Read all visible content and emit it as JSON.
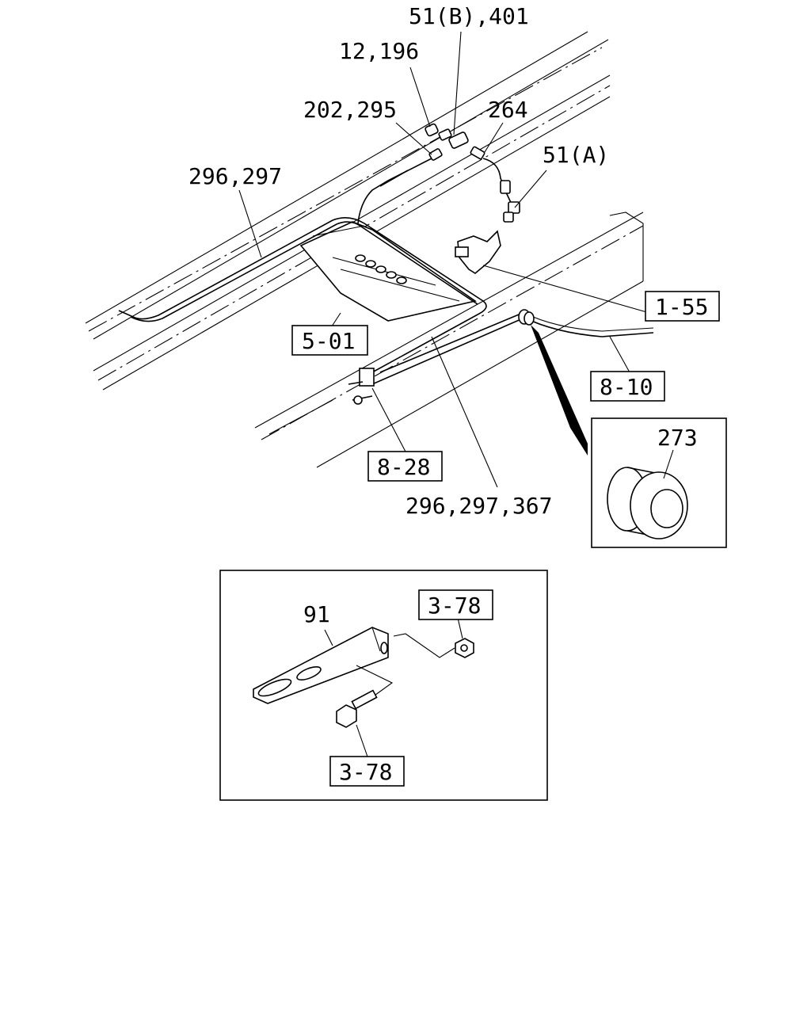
{
  "callouts": {
    "c51b": "51(B),401",
    "c12": "12,196",
    "c202": "202,295",
    "c264": "264",
    "c51a": "51(A)",
    "c296a": "296,297",
    "c296b": "296,297,367",
    "c273": "273",
    "c91": "91"
  },
  "refs": {
    "r155": "1-55",
    "r501": "5-01",
    "r810": "8-10",
    "r828": "8-28",
    "r378a": "3-78",
    "r378b": "3-78"
  }
}
